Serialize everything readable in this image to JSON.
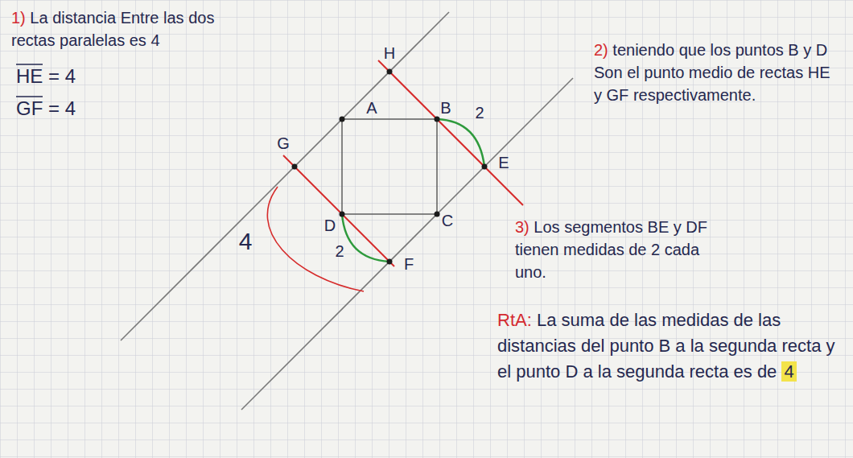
{
  "diagram": {
    "labels": [
      "1)",
      "La distancia Entre las dos rectas paralelas es 4",
      "HE = 4",
      "GF = 4",
      "H",
      "A",
      "B",
      "G",
      "E",
      "C",
      "D",
      "F",
      "2",
      "2",
      "4",
      "2)",
      "teniendo que los puntos B y D Son el punto medio de rectas HE y GF respectivamente.",
      "3)",
      "Los segmentos BE y DF tienen medidas de 2 cada uno.",
      "RtA:",
      "La suma de las medidas de las distancias del punto B a la segunda recta y el punto D a la segunda recta es de",
      "4"
    ]
  }
}
